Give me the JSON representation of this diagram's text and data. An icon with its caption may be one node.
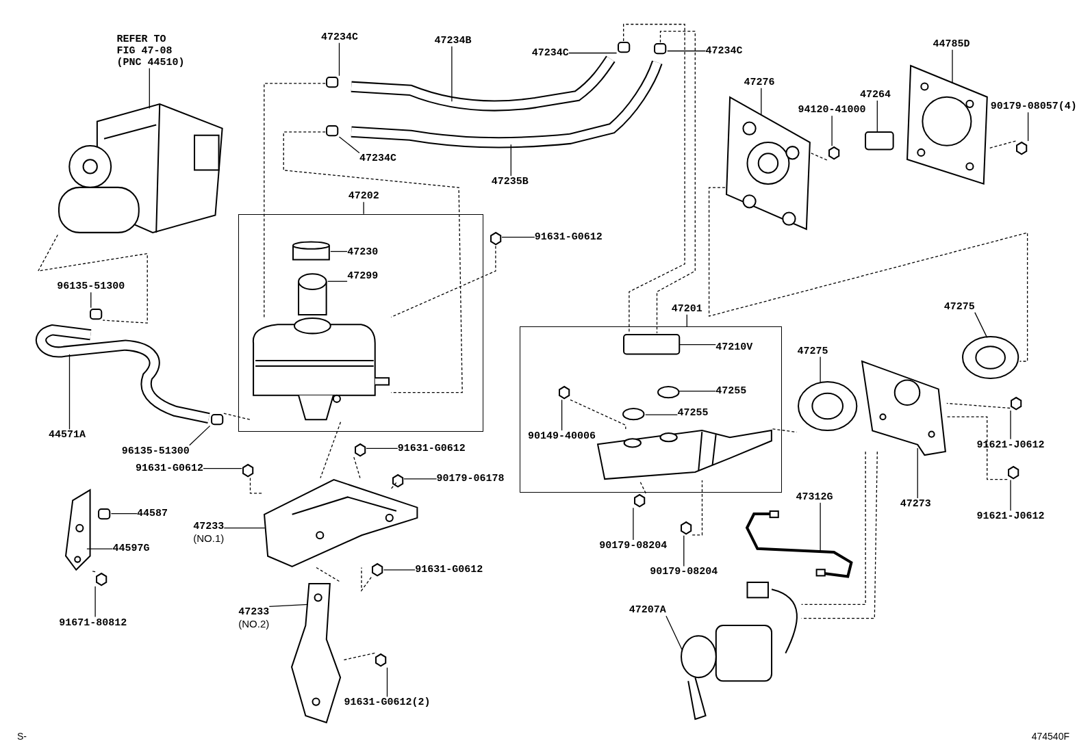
{
  "diagram": {
    "nodes": [
      {
        "text": [
          "REFER TO FIG 47-08 (PNC 44510)"
        ]
      },
      {
        "text": [
          "47234C"
        ]
      },
      {
        "text": [
          "47234B"
        ]
      },
      {
        "text": [
          "47234C"
        ]
      },
      {
        "text": [
          "47234C"
        ]
      },
      {
        "text": [
          "44785D"
        ]
      },
      {
        "text": [
          "47276"
        ]
      },
      {
        "text": [
          "47264"
        ]
      },
      {
        "text": [
          "94120-41000"
        ]
      },
      {
        "text": [
          "90179-08057(4)"
        ]
      },
      {
        "text": [
          "47234C"
        ]
      },
      {
        "text": [
          "47235B"
        ]
      },
      {
        "text": [
          "47202"
        ]
      },
      {
        "text": [
          "47230"
        ],
        "in": 12
      },
      {
        "text": [
          "47299"
        ],
        "in": 12
      },
      {
        "text": [
          "91631-G0612"
        ]
      },
      {
        "text": [
          "96135-51300"
        ]
      },
      {
        "text": [
          "44571A"
        ]
      },
      {
        "text": [
          "96135-51300"
        ]
      },
      {
        "text": [
          "91631-G0612"
        ]
      },
      {
        "text": [
          "91631-G0612"
        ]
      },
      {
        "text": [
          "90179-06178"
        ]
      },
      {
        "text": [
          "47201"
        ]
      },
      {
        "text": [
          "47210V"
        ],
        "in": 22
      },
      {
        "text": [
          "47255"
        ],
        "in": 22
      },
      {
        "text": [
          "47255"
        ],
        "in": 22
      },
      {
        "text": [
          "90149-40006"
        ],
        "in": 22
      },
      {
        "text": [
          "47275"
        ]
      },
      {
        "text": [
          "47275"
        ]
      },
      {
        "text": [
          "91621-J0612"
        ]
      },
      {
        "text": [
          "47273"
        ]
      },
      {
        "text": [
          "91621-J0612"
        ]
      },
      {
        "text": [
          "44587"
        ]
      },
      {
        "text": [
          "47233",
          "(NO.1)"
        ]
      },
      {
        "text": [
          "44597G"
        ]
      },
      {
        "text": [
          "91631-G0612"
        ]
      },
      {
        "text": [
          "47312G"
        ]
      },
      {
        "text": [
          "90179-08204"
        ]
      },
      {
        "text": [
          "90179-08204"
        ]
      },
      {
        "text": [
          "91671-80812"
        ]
      },
      {
        "text": [
          "47233",
          "(NO.2)"
        ]
      },
      {
        "text": [
          "47207A"
        ]
      },
      {
        "text": [
          "91631-G0612(2)"
        ]
      },
      {
        "text": [],
        "shape": "picture"
      },
      {
        "text": [],
        "shape": "box"
      },
      {
        "text": [],
        "shape": "picture"
      },
      {
        "text": [],
        "shape": "box"
      },
      {
        "text": [],
        "shape": "box"
      },
      {
        "text": [],
        "shape": "picture"
      },
      {
        "text": [],
        "shape": "box"
      },
      {
        "text": [],
        "shape": "hexagon"
      },
      {
        "text": [],
        "shape": "picture"
      },
      {
        "text": [],
        "shape": "hexagon"
      },
      {
        "text": [],
        "shape": "box"
      },
      {
        "text": [],
        "shape": "picture"
      },
      {
        "text": [],
        "shape": "cylinder",
        "in": 12
      },
      {
        "text": [],
        "shape": "cylinder",
        "in": 12
      },
      {
        "text": [],
        "shape": "picture",
        "in": 12
      },
      {
        "text": [],
        "shape": "hexagon"
      },
      {
        "text": [],
        "shape": "box"
      },
      {
        "text": [],
        "shape": "picture"
      },
      {
        "text": [],
        "shape": "box"
      },
      {
        "text": [],
        "shape": "hexagon"
      },
      {
        "text": [],
        "shape": "hexagon"
      },
      {
        "text": [],
        "shape": "hexagon"
      },
      {
        "text": [],
        "shape": "box",
        "in": 22
      },
      {
        "text": [],
        "shape": "circle",
        "in": 22
      },
      {
        "text": [],
        "shape": "circle",
        "in": 22
      },
      {
        "text": [],
        "shape": "hexagon",
        "in": 22
      },
      {
        "text": [],
        "shape": "picture",
        "in": 22
      },
      {
        "text": [],
        "shape": "ring"
      },
      {
        "text": [],
        "shape": "ring"
      },
      {
        "text": [],
        "shape": "hexagon"
      },
      {
        "text": [],
        "shape": "picture"
      },
      {
        "text": [],
        "shape": "hexagon"
      },
      {
        "text": [],
        "shape": "box"
      },
      {
        "text": [],
        "shape": "picture"
      },
      {
        "text": [],
        "shape": "picture"
      },
      {
        "text": [],
        "shape": "hexagon"
      },
      {
        "text": [],
        "shape": "picture"
      },
      {
        "text": [],
        "shape": "hexagon"
      },
      {
        "text": [],
        "shape": "hexagon"
      },
      {
        "text": [],
        "shape": "hexagon"
      },
      {
        "text": [],
        "shape": "picture"
      },
      {
        "text": [],
        "shape": "picture"
      },
      {
        "text": [],
        "shape": "hexagon"
      }
    ],
    "edges": [
      {
        "from": 0,
        "to": 43,
        "arrow": "none"
      },
      {
        "from": 1,
        "to": 44,
        "arrow": "none"
      },
      {
        "from": 2,
        "to": 45,
        "arrow": "none"
      },
      {
        "from": 3,
        "to": 46,
        "arrow": "none"
      },
      {
        "from": 4,
        "to": 47,
        "arrow": "none"
      },
      {
        "from": 5,
        "to": 51,
        "arrow": "none"
      },
      {
        "from": 6,
        "to": 48,
        "arrow": "none"
      },
      {
        "from": 7,
        "to": 49,
        "arrow": "none"
      },
      {
        "from": 8,
        "to": 50,
        "arrow": "none"
      },
      {
        "from": 9,
        "to": 52,
        "arrow": "none"
      },
      {
        "from": 10,
        "to": 53,
        "arrow": "none"
      },
      {
        "from": 11,
        "to": 54,
        "arrow": "none"
      },
      {
        "from": 13,
        "to": 55,
        "arrow": "none"
      },
      {
        "from": 14,
        "to": 56,
        "arrow": "none"
      },
      {
        "from": 15,
        "to": 58,
        "arrow": "none"
      },
      {
        "from": 16,
        "to": 59,
        "arrow": "none"
      },
      {
        "from": 17,
        "to": 60,
        "arrow": "none"
      },
      {
        "from": 18,
        "to": 61,
        "arrow": "none"
      },
      {
        "from": 19,
        "to": 62,
        "arrow": "none"
      },
      {
        "from": 20,
        "to": 63,
        "arrow": "none"
      },
      {
        "from": 21,
        "to": 64,
        "arrow": "none"
      },
      {
        "from": 23,
        "to": 65,
        "arrow": "none"
      },
      {
        "from": 24,
        "to": 66,
        "arrow": "none"
      },
      {
        "from": 25,
        "to": 67,
        "arrow": "none"
      },
      {
        "from": 26,
        "to": 68,
        "arrow": "none"
      },
      {
        "from": 27,
        "to": 70,
        "arrow": "none"
      },
      {
        "from": 28,
        "to": 71,
        "arrow": "none"
      },
      {
        "from": 29,
        "to": 72,
        "arrow": "none"
      },
      {
        "from": 30,
        "to": 73,
        "arrow": "none"
      },
      {
        "from": 31,
        "to": 74,
        "arrow": "none"
      },
      {
        "from": 32,
        "to": 75,
        "arrow": "none"
      },
      {
        "from": 33,
        "to": 76,
        "arrow": "none"
      },
      {
        "from": 34,
        "to": 77,
        "arrow": "none"
      },
      {
        "from": 35,
        "to": 78,
        "arrow": "none"
      },
      {
        "from": 36,
        "to": 79,
        "arrow": "none"
      },
      {
        "from": 37,
        "to": 80,
        "arrow": "none"
      },
      {
        "from": 38,
        "to": 81,
        "arrow": "none"
      },
      {
        "from": 39,
        "to": 82,
        "arrow": "none"
      },
      {
        "from": 40,
        "to": 83,
        "arrow": "none"
      },
      {
        "from": 41,
        "to": 84,
        "arrow": "none"
      },
      {
        "from": 42,
        "to": 85,
        "arrow": "none"
      },
      {
        "from": 43,
        "to": 59,
        "arrow": "none",
        "style": "dashed"
      },
      {
        "from": 44,
        "to": 57,
        "arrow": "none",
        "style": "dashed"
      },
      {
        "from": 53,
        "to": 57,
        "arrow": "none",
        "style": "dashed"
      },
      {
        "from": 46,
        "to": 65,
        "arrow": "none",
        "style": "dashed"
      },
      {
        "from": 47,
        "to": 65,
        "arrow": "none",
        "style": "dashed"
      },
      {
        "from": 58,
        "to": 57,
        "arrow": "none",
        "style": "dashed"
      },
      {
        "from": 61,
        "to": 57,
        "arrow": "none",
        "style": "dashed"
      },
      {
        "from": 57,
        "to": 76,
        "arrow": "none",
        "style": "dashed"
      },
      {
        "from": 62,
        "to": 76,
        "arrow": "none",
        "style": "dashed"
      },
      {
        "from": 63,
        "to": 76,
        "arrow": "none",
        "style": "dashed"
      },
      {
        "from": 64,
        "to": 76,
        "arrow": "none",
        "style": "dashed"
      },
      {
        "from": 78,
        "to": 76,
        "arrow": "none",
        "style": "dashed"
      },
      {
        "from": 76,
        "to": 83,
        "arrow": "none",
        "style": "dashed"
      },
      {
        "from": 85,
        "to": 83,
        "arrow": "none",
        "style": "dashed"
      },
      {
        "from": 48,
        "to": 50,
        "arrow": "none",
        "style": "dashed"
      },
      {
        "from": 52,
        "to": 51,
        "arrow": "none",
        "style": "dashed"
      },
      {
        "from": 48,
        "to": 70,
        "arrow": "none",
        "style": "dashed"
      },
      {
        "from": 68,
        "to": 69,
        "arrow": "none",
        "style": "dashed"
      },
      {
        "from": 80,
        "to": 69,
        "arrow": "none",
        "style": "dashed"
      },
      {
        "from": 81,
        "to": 69,
        "arrow": "none",
        "style": "dashed"
      },
      {
        "from": 69,
        "to": 71,
        "arrow": "none",
        "style": "dashed"
      },
      {
        "from": 72,
        "to": 73,
        "arrow": "none",
        "style": "dashed"
      },
      {
        "from": 74,
        "to": 73,
        "arrow": "none",
        "style": "dashed"
      },
      {
        "from": 73,
        "to": 84,
        "arrow": "none",
        "style": "dashed"
      },
      {
        "from": 73,
        "to": 84,
        "arrow": "none",
        "style": "dashed"
      },
      {
        "from": 82,
        "to": 77,
        "arrow": "none",
        "style": "dashed"
      }
    ],
    "labels": [
      "S-",
      "474540F"
    ]
  }
}
